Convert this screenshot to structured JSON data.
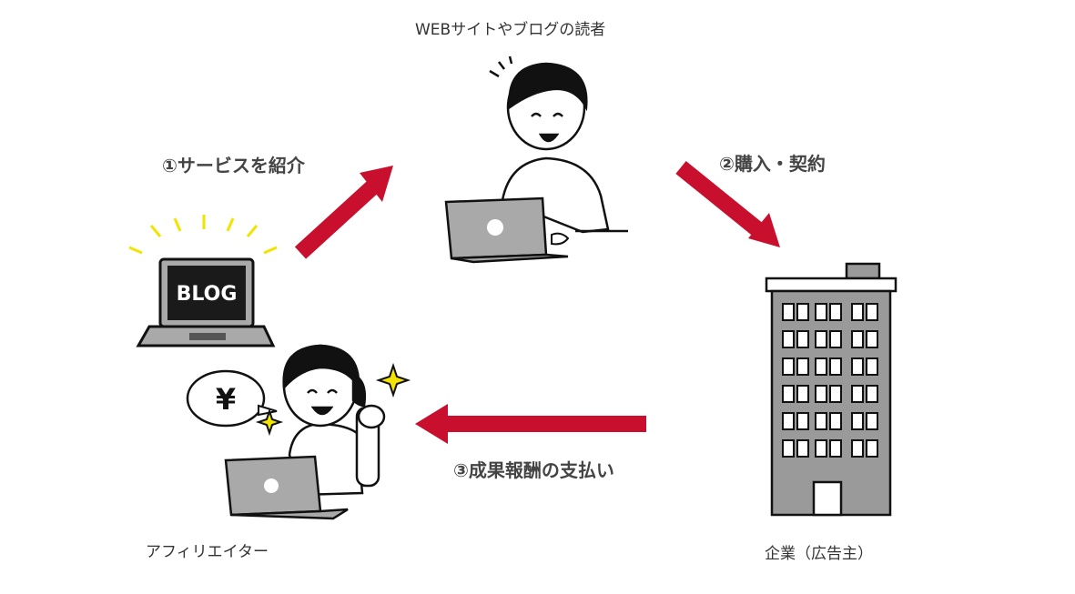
{
  "labels": {
    "reader": "WEBサイトやブログの読者",
    "step1": "①サービスを紹介",
    "step2": "②購入・契約",
    "step3": "③成果報酬の支払い",
    "affiliate": "アフィリエイター",
    "company": "企業（広告主）",
    "blog": "BLOG",
    "yen": "¥"
  },
  "colors": {
    "arrow": "#c8102e",
    "laptop": "#a9a9a9",
    "building": "#9a9a9a",
    "glow": "#f2e300",
    "outline": "#111111"
  },
  "icons": [
    "reader-person-icon",
    "blog-laptop-icon",
    "affiliate-person-icon",
    "office-building-icon",
    "yen-speech-bubble-icon",
    "sparkle-icon"
  ]
}
